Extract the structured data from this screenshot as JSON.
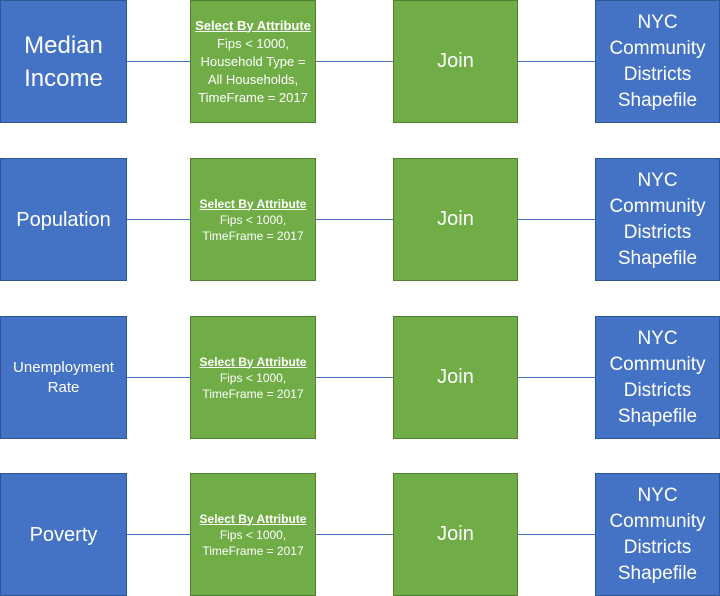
{
  "rows": [
    {
      "source": [
        "Median",
        "Income"
      ],
      "select_title": "Select By Attribute",
      "select_lines": [
        "Fips < 1000,",
        "Household Type =",
        "All Households,",
        "TimeFrame = 2017"
      ],
      "join": "Join",
      "shapefile": [
        "NYC",
        "Community",
        "Districts",
        "Shapefile"
      ]
    },
    {
      "source": [
        "Population"
      ],
      "select_title": "Select By Attribute",
      "select_lines": [
        "Fips < 1000,",
        "TimeFrame = 2017"
      ],
      "join": "Join",
      "shapefile": [
        "NYC",
        "Community",
        "Districts",
        "Shapefile"
      ]
    },
    {
      "source": [
        "Unemployment",
        "Rate"
      ],
      "select_title": "Select By Attribute",
      "select_lines": [
        "Fips < 1000,",
        "TimeFrame = 2017"
      ],
      "join": "Join",
      "shapefile": [
        "NYC",
        "Community",
        "Districts",
        "Shapefile"
      ]
    },
    {
      "source": [
        "Poverty"
      ],
      "select_title": "Select By Attribute",
      "select_lines": [
        "Fips < 1000,",
        "TimeFrame = 2017"
      ],
      "join": "Join",
      "shapefile": [
        "NYC",
        "Community",
        "Districts",
        "Shapefile"
      ]
    }
  ],
  "colors": {
    "source_fill": "#4472c4",
    "process_fill": "#70ad47",
    "connector": "#4a72c4",
    "text": "#ffffff"
  }
}
